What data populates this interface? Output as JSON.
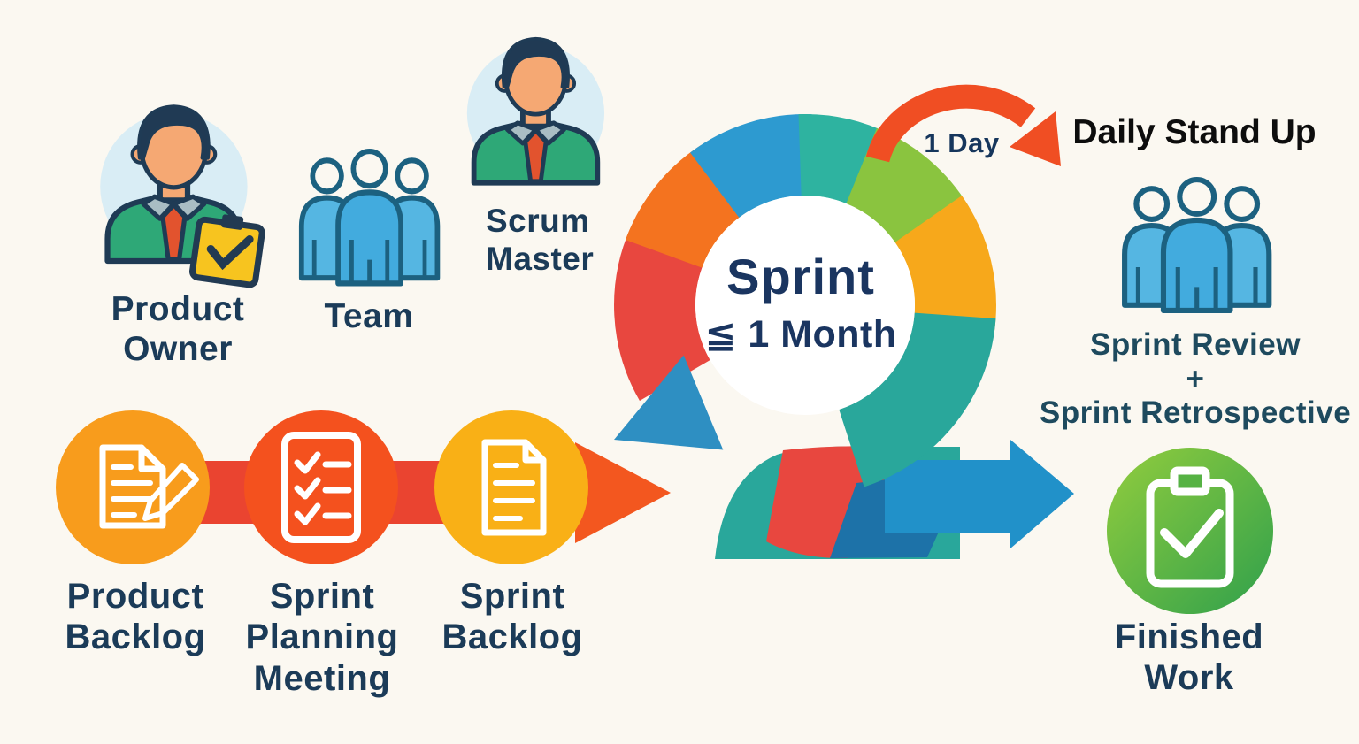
{
  "palette": {
    "background": "#FBF8F1",
    "navy_text": "#1B3B58",
    "black_text": "#0D0D0D",
    "teal_navy_text": "#1E4A5E",
    "ring": {
      "red": "#E8473F",
      "orange": "#F4731F",
      "blue": "#2D9AD0",
      "teal": "#2EB3A0",
      "green": "#8AC43F",
      "yellow": "#F7A81B",
      "teal2": "#29A79B"
    },
    "arrows": {
      "incoming_red": "#EA4430",
      "one_day_red": "#F04E23",
      "exit_blue": "#2191C9",
      "loop_end_blue": "#2E8FC2"
    },
    "nodes": {
      "product_backlog": "#F89C1C",
      "sprint_planning_meeting": "#F4511E",
      "sprint_backlog": "#F9B016",
      "finished_work_from": "#93CD3D",
      "finished_work_to": "#2FA04C"
    },
    "team_icon_fill": "#55B6E2",
    "team_icon_outline": "#1C6180",
    "avatar": {
      "bg": "#D9EDF5",
      "skin": "#F5A873",
      "hair": "#203A54",
      "shirt": "#2EA877",
      "tie": "#E2532E",
      "collar": "#A9BDC4",
      "clipboard": "#F7C41F"
    }
  },
  "actors": [
    {
      "id": "product-owner",
      "label": "Product\nOwner"
    },
    {
      "id": "team",
      "label": "Team"
    },
    {
      "id": "scrum-master",
      "label": "Scrum\nMaster"
    }
  ],
  "loop": {
    "title": "Sprint",
    "duration": "≦ 1 Month",
    "daily_label": "1 Day"
  },
  "ceremonies": {
    "daily_standup": "Daily Stand Up",
    "sprint_review": "Sprint Review",
    "plus": "+",
    "sprint_retrospective": "Sprint Retrospective"
  },
  "artifacts": [
    {
      "id": "product-backlog",
      "label": "Product\nBacklog"
    },
    {
      "id": "sprint-planning-meeting",
      "label": "Sprint\nPlanning\nMeeting"
    },
    {
      "id": "sprint-backlog",
      "label": "Sprint\nBacklog"
    },
    {
      "id": "finished-work",
      "label": "Finished\nWork"
    }
  ]
}
